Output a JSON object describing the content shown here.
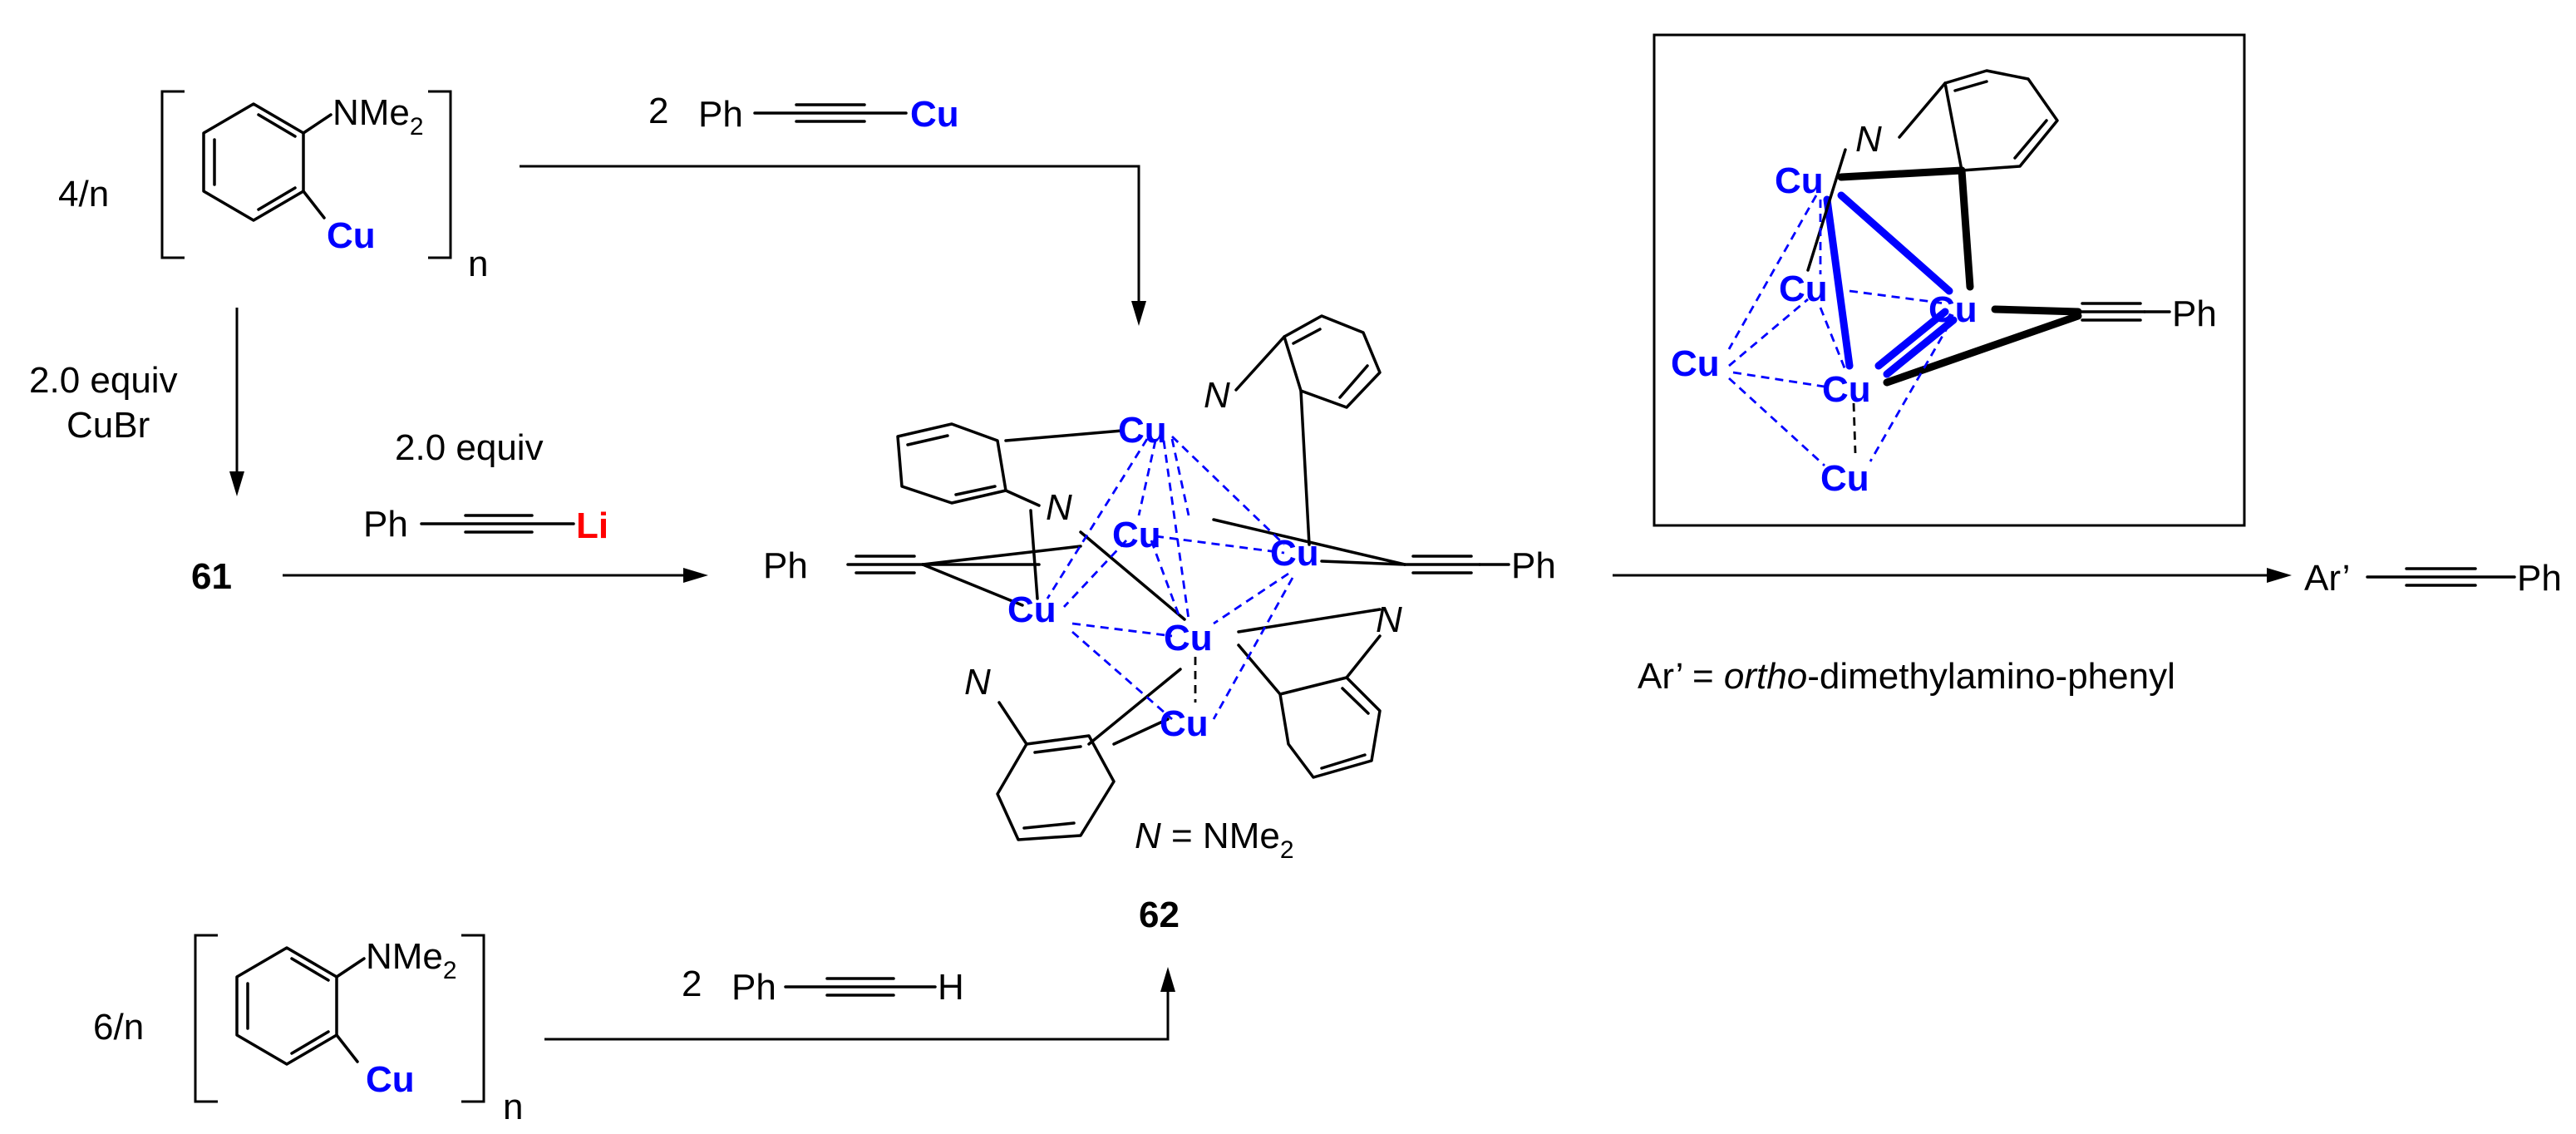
{
  "reagents": {
    "top_coef": "4/n",
    "bottom_coef": "6/n",
    "aryl_group": "NMe",
    "aryl_group_sub": "2",
    "metal": "Cu",
    "poly_subscript": "n"
  },
  "steps": {
    "top_arrow": {
      "coef": "2",
      "ph": "Ph",
      "cu": "Cu"
    },
    "down_arrow": {
      "line1": "2.0 equiv",
      "line2": "CuBr"
    },
    "middle_arrow": {
      "equiv": "2.0 equiv",
      "ph": "Ph",
      "li": "Li"
    },
    "bottom_arrow": {
      "coef": "2",
      "ph": "Ph",
      "h": "H"
    },
    "final_arrow": {
      "note_prefix": "Ar’ = ",
      "note_italic": "ortho",
      "note_suffix": "-dimethylamino-phenyl"
    }
  },
  "compounds": {
    "intermediate": "61",
    "cluster": "62",
    "product_ar": "Ar’",
    "product_ph": "Ph"
  },
  "cluster": {
    "n_symbol": "N",
    "legend_eq": " = NMe",
    "legend_sub": "2",
    "cu": "Cu",
    "ph": "Ph"
  },
  "inset": {
    "n_symbol": "N",
    "cu": "Cu",
    "ph": "Ph"
  }
}
